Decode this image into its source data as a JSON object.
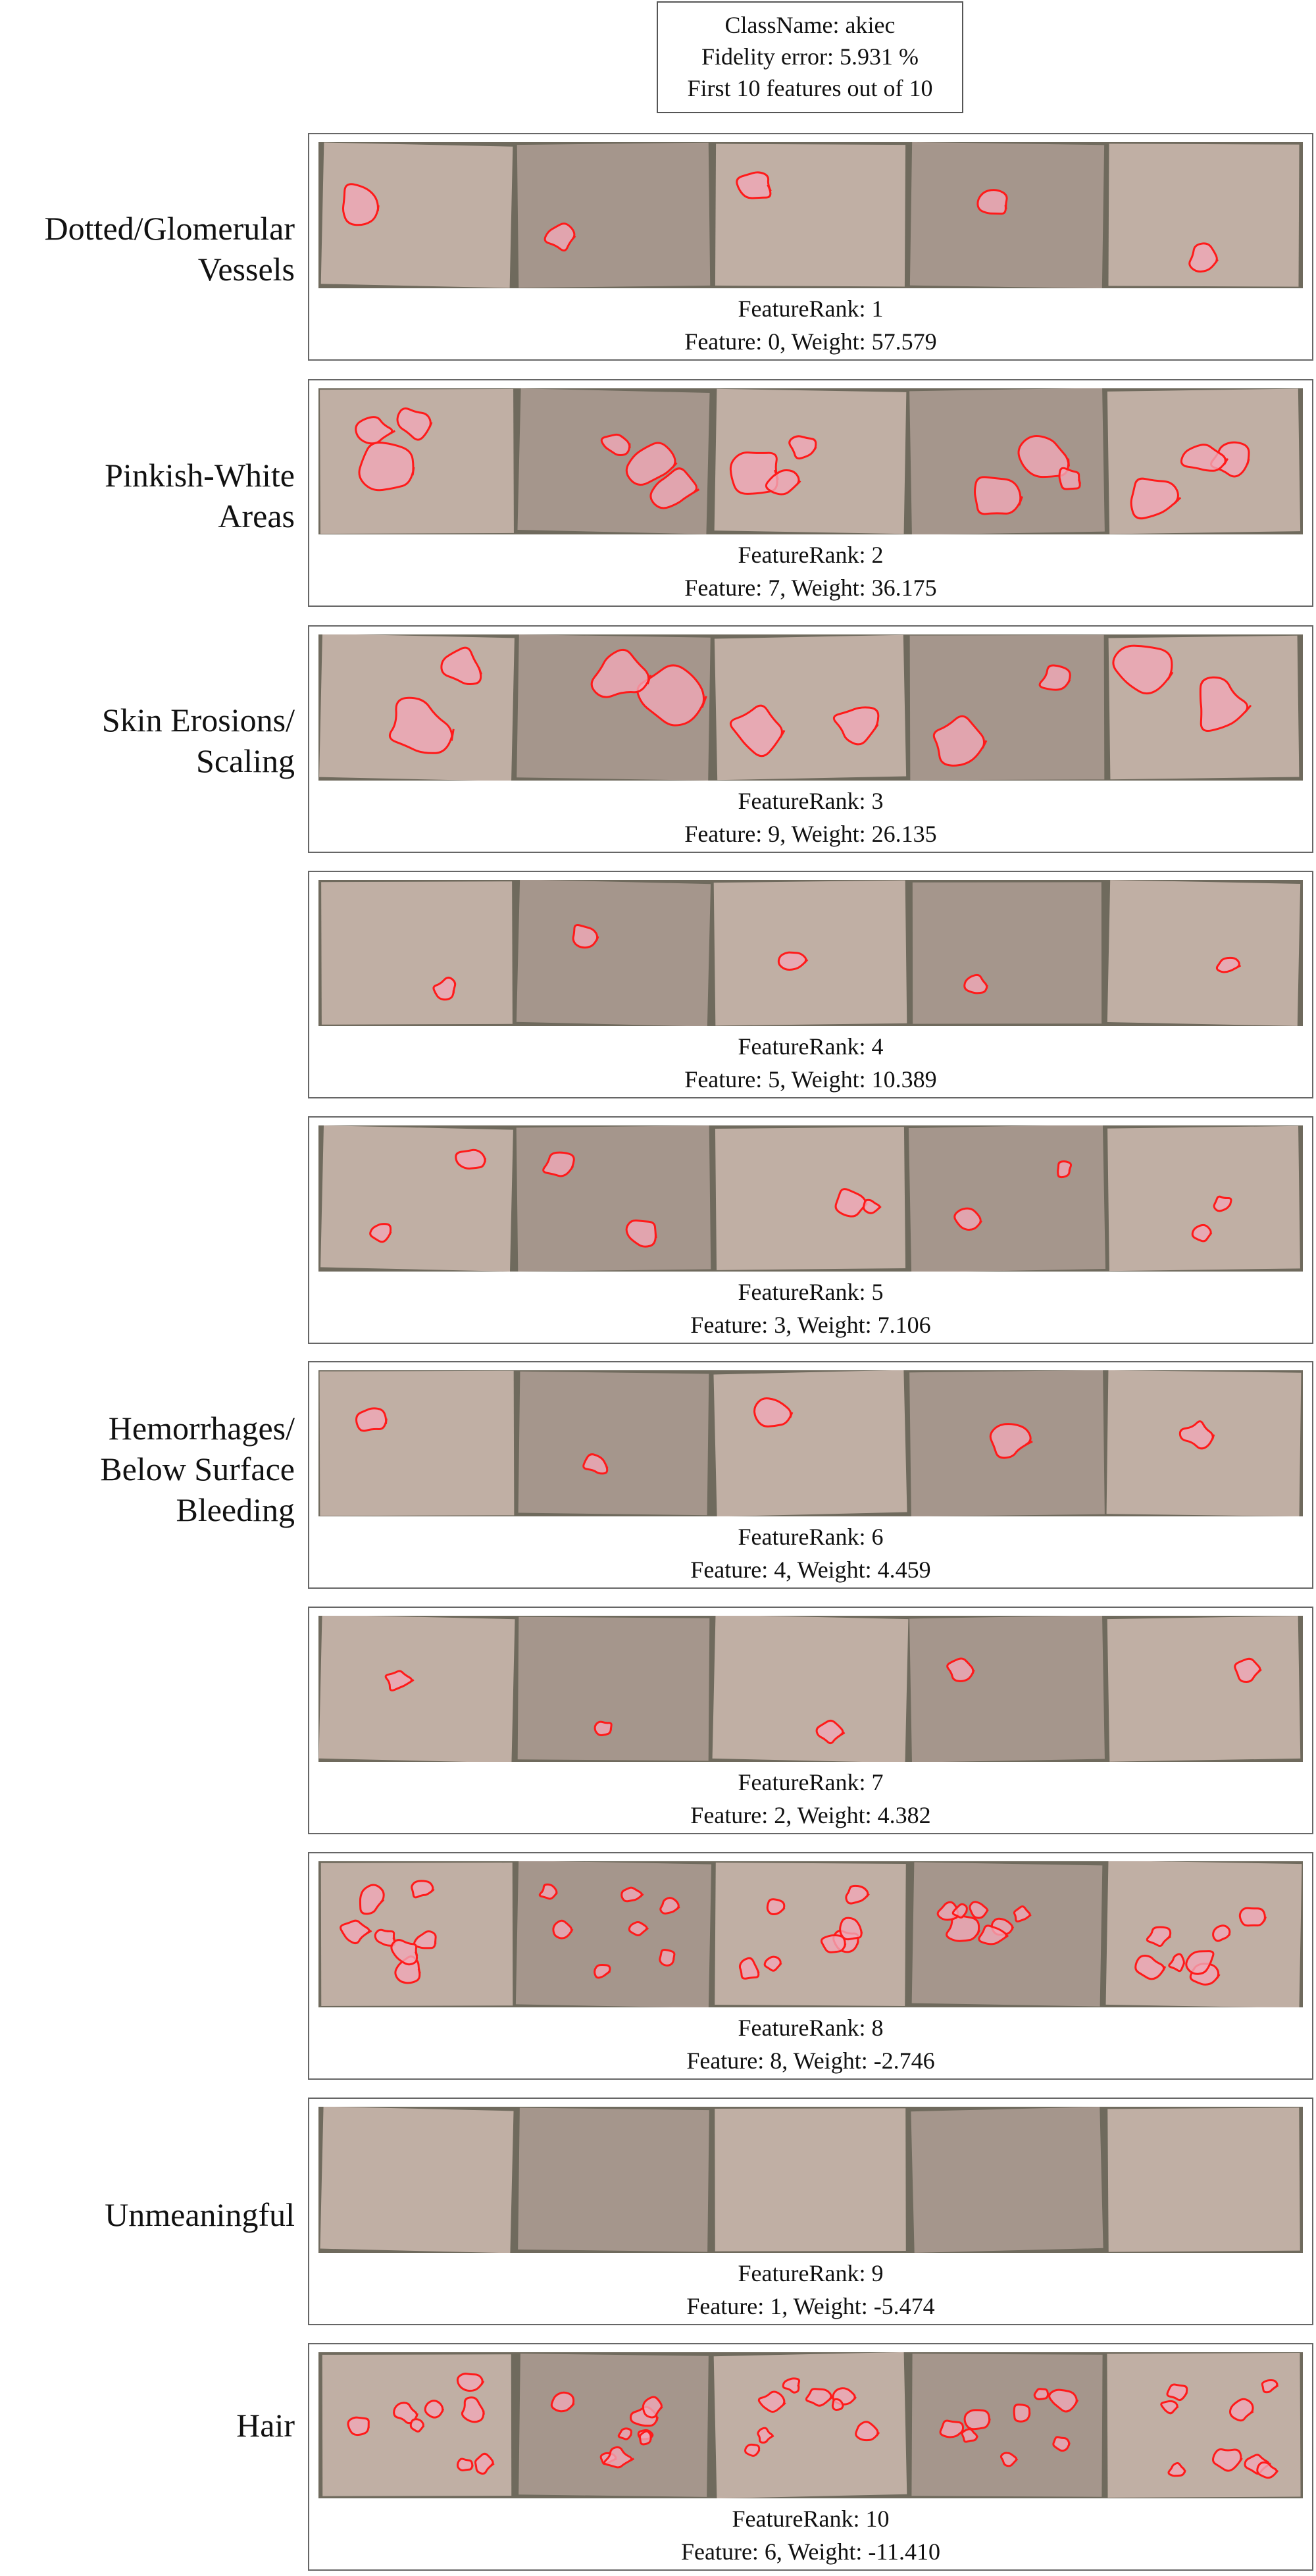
{
  "header": {
    "class_name": "ClassName: akiec",
    "fidelity": "Fidelity error: 5.931 %",
    "features_shown": "First 10 features out of 10"
  },
  "rows": [
    {
      "label": "Dotted/Glomerular\nVessels",
      "rank": "FeatureRank: 1",
      "feature": "Feature: 0, Weight: 57.579"
    },
    {
      "label": "Pinkish-White\nAreas",
      "rank": "FeatureRank: 2",
      "feature": "Feature: 7, Weight: 36.175"
    },
    {
      "label": "Skin Erosions/\nScaling",
      "rank": "FeatureRank: 3",
      "feature": "Feature: 9, Weight: 26.135"
    },
    {
      "label": "",
      "rank": "FeatureRank: 4",
      "feature": "Feature: 5, Weight: 10.389"
    },
    {
      "label": "",
      "rank": "FeatureRank: 5",
      "feature": "Feature: 3, Weight: 7.106"
    },
    {
      "label": "Hemorrhages/\nBelow Surface\nBleeding",
      "rank": "FeatureRank: 6",
      "feature": "Feature: 4, Weight: 4.459"
    },
    {
      "label": "",
      "rank": "FeatureRank: 7",
      "feature": "Feature: 2, Weight: 4.382"
    },
    {
      "label": "",
      "rank": "FeatureRank: 8",
      "feature": "Feature: 8, Weight: -2.746"
    },
    {
      "label": "Unmeaningful",
      "rank": "FeatureRank: 9",
      "feature": "Feature: 1, Weight: -5.474"
    },
    {
      "label": "Hair",
      "rank": "FeatureRank: 10",
      "feature": "Feature: 6, Weight: -11.410"
    }
  ],
  "colors": {
    "skin": "#a8998e",
    "skin_light": "#c4b3a8",
    "background": "#6f6a5d",
    "highlight_fill": "#f0a8b6",
    "outline": "#ff1a1a"
  }
}
